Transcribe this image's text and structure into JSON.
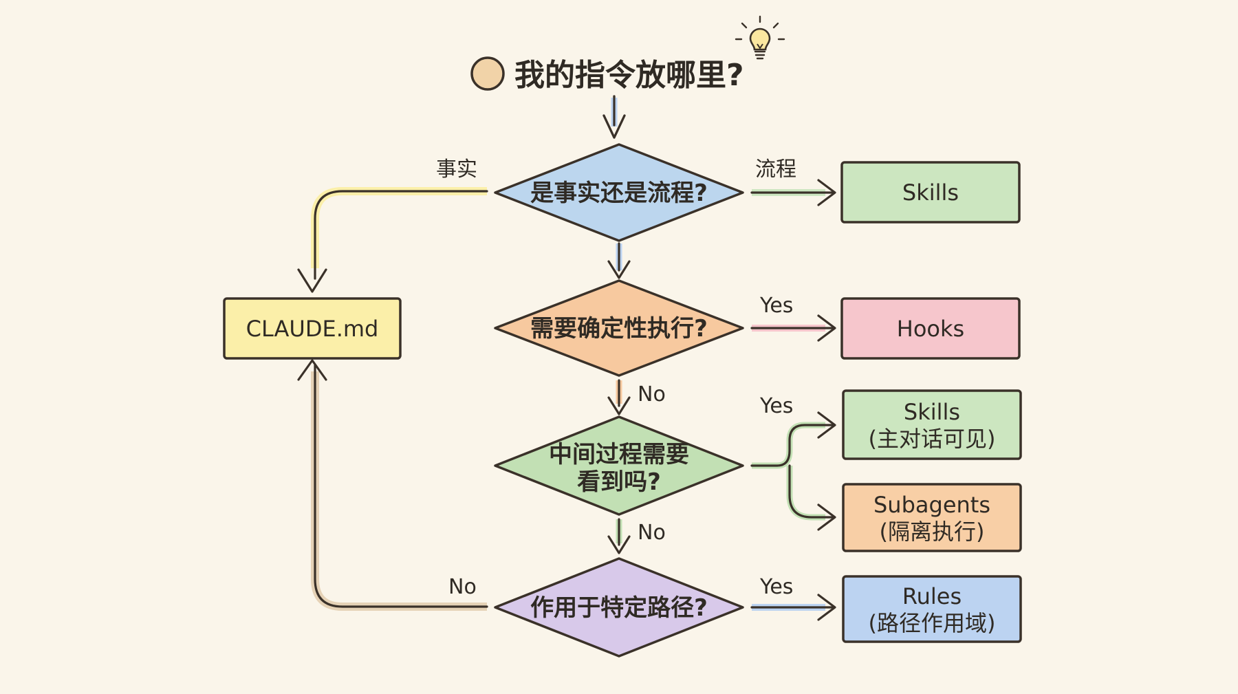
{
  "title": "我的指令放哪里?",
  "colors": {
    "background": "#faf5ea",
    "outline": "#3a3129",
    "title_circle": "#f1d3a8",
    "q1": "#bcd6ee",
    "q2": "#f7c99f",
    "q3": "#c2e0b4",
    "q4": "#d8c9ea",
    "claude": "#fbefa9",
    "skills": "#cce6c0",
    "hooks": "#f6c6cc",
    "subagents": "#f8cfa6",
    "rules": "#bcd3f1"
  },
  "decisions": {
    "q1": "是事实还是流程?",
    "q2": "需要确定性执行?",
    "q3_line1": "中间过程需要",
    "q3_line2": "看到吗?",
    "q4": "作用于特定路径?"
  },
  "boxes": {
    "claude": "CLAUDE.md",
    "skills_top": "Skills",
    "hooks": "Hooks",
    "skills_visible_line1": "Skills",
    "skills_visible_line2": "(主对话可见)",
    "subagents_line1": "Subagents",
    "subagents_line2": "(隔离执行)",
    "rules_line1": "Rules",
    "rules_line2": "(路径作用域)"
  },
  "edges": {
    "fact": "事实",
    "process": "流程",
    "yes1": "Yes",
    "no1": "No",
    "yes2": "Yes",
    "no2": "No",
    "no3": "No",
    "yes3": "Yes"
  },
  "icons": {
    "title_marker": "circle-icon",
    "idea": "lightbulb-icon"
  }
}
